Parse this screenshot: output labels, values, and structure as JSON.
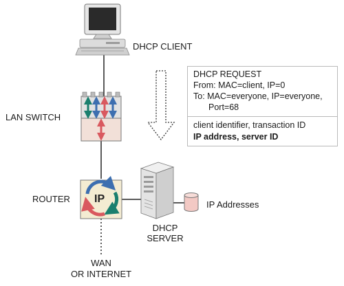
{
  "labels": {
    "dhcp_client": "DHCP CLIENT",
    "lan_switch": "LAN SWITCH",
    "router": "ROUTER",
    "router_icon_text": "IP",
    "dhcp_server_line1": "DHCP",
    "dhcp_server_line2": "SERVER",
    "ip_addresses": "IP Addresses",
    "wan_line1": "WAN",
    "wan_line2": "OR INTERNET"
  },
  "request_box": {
    "title": "DHCP REQUEST",
    "from": "From: MAC=client, IP=0",
    "to": "To: MAC=everyone, IP=everyone,",
    "port": "Port=68",
    "payload": "client identifier, transaction ID",
    "payload_bold": "IP address, server ID"
  },
  "colors": {
    "arrow_green": "#1a7f6e",
    "arrow_blue": "#3d6fb0",
    "arrow_red": "#d9595f",
    "switch_fill": "#f2e0d8",
    "router_fill": "#f4ecd2",
    "ip_disk": "#f3c9c4"
  }
}
